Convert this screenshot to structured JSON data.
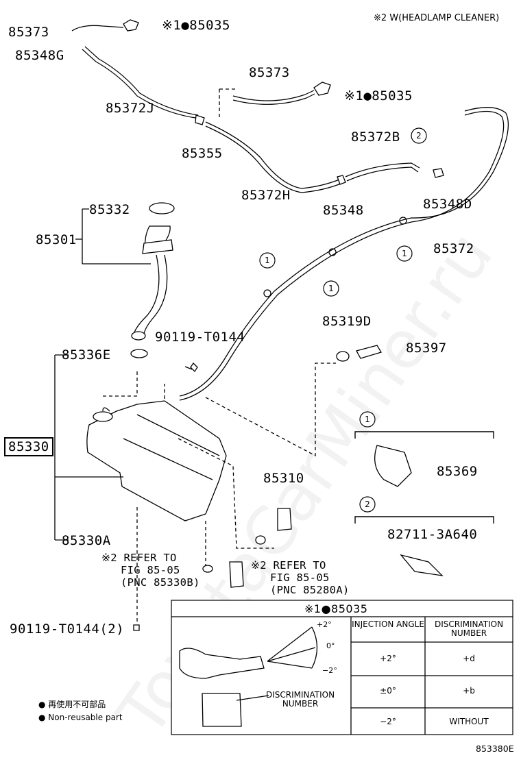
{
  "header_note": "※2 W(HEADLAMP CLEANER)",
  "figure_code": "853380E",
  "watermark": "ToyotaCarMiner.ru",
  "labels": {
    "p85373_a": "85373",
    "p85035_a": "※1●85035",
    "p85348G": "85348G",
    "p85372J": "85372J",
    "p85373_b": "85373",
    "p85035_b": "※1●85035",
    "p85355": "85355",
    "p85372B": "85372B",
    "p85372H": "85372H",
    "p85348": "85348",
    "p85348D": "85348D",
    "p85332": "85332",
    "p85301": "85301",
    "p85372": "85372",
    "p85319D": "85319D",
    "p90119_a": "90119-T0144",
    "p85397": "85397",
    "p85336E": "85336E",
    "p85330": "85330",
    "p85369": "85369",
    "p85310": "85310",
    "p82711": "82711-3A640",
    "p85330A": "85330A",
    "p90119_b": "90119-T0144(2)"
  },
  "callouts": {
    "c1": "1",
    "c2": "2"
  },
  "refer_notes": {
    "left": [
      "※2 REFER TO",
      "FIG 85-05",
      "(PNC 85330B)"
    ],
    "right": [
      "※2 REFER TO",
      "FIG 85-05",
      "(PNC 85280A)"
    ]
  },
  "legend": {
    "line1": "● 再使用不可部品",
    "line2": "● Non-reusable part"
  },
  "detail_table": {
    "title": "※1●85035",
    "angle_marks": [
      "+2°",
      "0°",
      "−2°"
    ],
    "discrimination_label": [
      "DISCRIMINATION",
      "NUMBER"
    ],
    "columns": [
      "INJECTION ANGLE",
      "DISCRIMINATION NUMBER"
    ],
    "rows": [
      {
        "angle": "+2°",
        "number": "+d"
      },
      {
        "angle": "±0°",
        "number": "+b"
      },
      {
        "angle": "−2°",
        "number": "WITHOUT"
      }
    ]
  }
}
